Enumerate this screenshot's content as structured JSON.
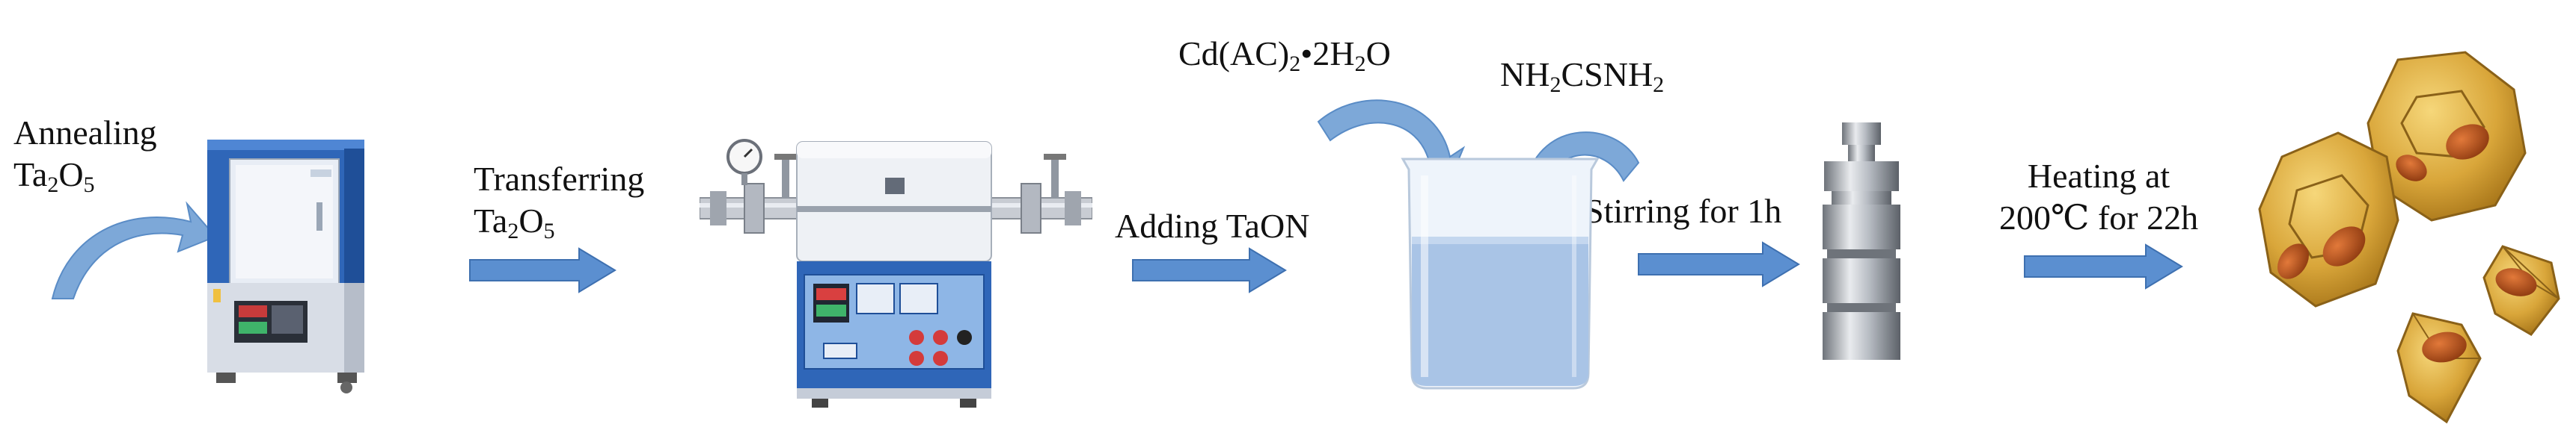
{
  "steps": {
    "annealing": {
      "line1": "Annealing",
      "line2_main": "Ta",
      "line2_sub1": "2",
      "line2_mid": "O",
      "line2_sub2": "5"
    },
    "transferring": {
      "line1": "Transferring",
      "line2_main": "Ta",
      "line2_sub1": "2",
      "line2_mid": "O",
      "line2_sub2": "5"
    },
    "adding": {
      "label": "Adding TaON"
    },
    "reagent_cd": {
      "a": "Cd(AC)",
      "sub1": "2",
      "b": "•2H",
      "sub2": "2",
      "c": "O"
    },
    "reagent_thiourea": {
      "a": "NH",
      "sub1": "2",
      "b": "CSNH",
      "sub2": "2"
    },
    "stirring": {
      "label": "Stirring for 1h"
    },
    "heating": {
      "line1": "Heating at",
      "line2": "200℃ for 22h"
    }
  },
  "colors": {
    "arrow_fill": "#5b8fd0",
    "arrow_stroke": "#3e70b0",
    "furnace_blue": "#2f66b8",
    "curved_arrow": "#7da8d8",
    "liquid": "#a9c4e6",
    "particle_gold": "#d9a63a",
    "particle_core": "#b8541a"
  },
  "icons": [
    "muffle-furnace-icon",
    "tube-furnace-icon",
    "beaker-icon",
    "autoclave-icon",
    "nanoparticle-product-icon"
  ]
}
